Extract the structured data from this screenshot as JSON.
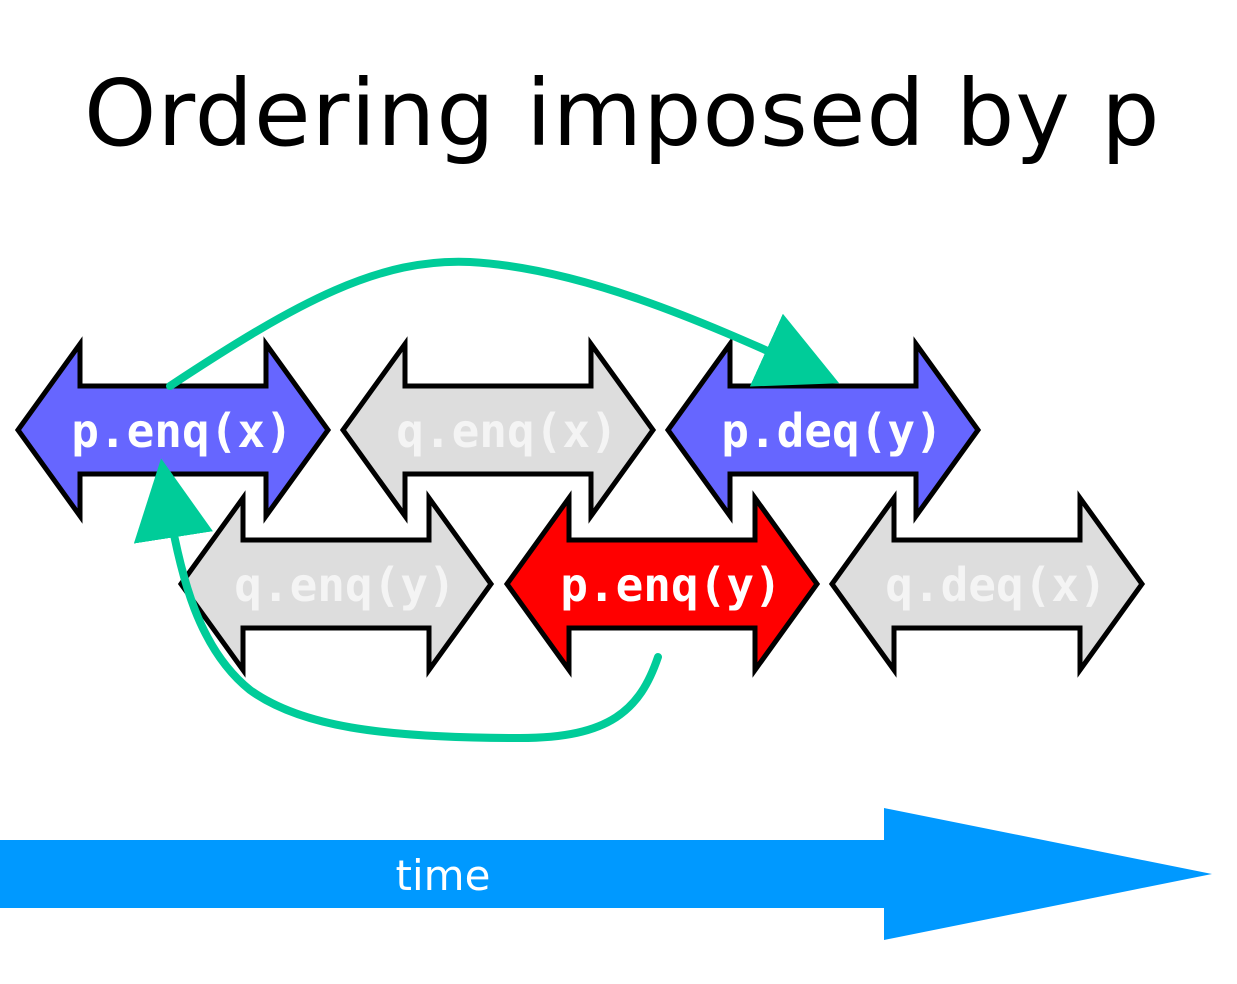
{
  "title": "Ordering imposed by p",
  "operations": [
    {
      "label": "p.enq(x)",
      "fill": "#6666ff",
      "text_color": "#ffffff"
    },
    {
      "label": "q.enq(x)",
      "fill": "#dddddd",
      "text_color": "#f4f4f4"
    },
    {
      "label": "p.deq(y)",
      "fill": "#6666ff",
      "text_color": "#ffffff"
    },
    {
      "label": "q.enq(y)",
      "fill": "#dddddd",
      "text_color": "#f4f4f4"
    },
    {
      "label": "p.enq(y)",
      "fill": "#ff0000",
      "text_color": "#ffffff"
    },
    {
      "label": "q.deq(x)",
      "fill": "#dddddd",
      "text_color": "#f4f4f4"
    }
  ],
  "ordering_arrow_color": "#00cc99",
  "timeline": {
    "label": "time",
    "color": "#0099ff"
  }
}
